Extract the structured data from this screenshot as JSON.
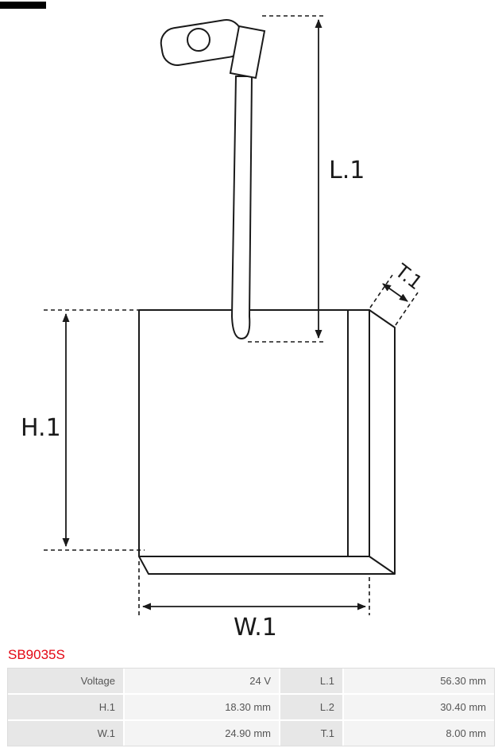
{
  "part_number": "SB9035S",
  "diagram": {
    "l1": "L.1",
    "h1": "H.1",
    "w1": "W.1",
    "t1": "T.1"
  },
  "table": {
    "rows": [
      {
        "c1": "Voltage",
        "v1": "24 V",
        "c2": "L.1",
        "v2": "56.30 mm"
      },
      {
        "c1": "H.1",
        "v1": "18.30 mm",
        "c2": "L.2",
        "v2": "30.40 mm"
      },
      {
        "c1": "W.1",
        "v1": "24.90 mm",
        "c2": "T.1",
        "v2": "8.00 mm"
      }
    ]
  },
  "colors": {
    "part_number_red": "#e30613",
    "table_label_bg": "#e7e7e7",
    "table_value_bg": "#f4f4f4",
    "line_color": "#1a1a1a"
  }
}
